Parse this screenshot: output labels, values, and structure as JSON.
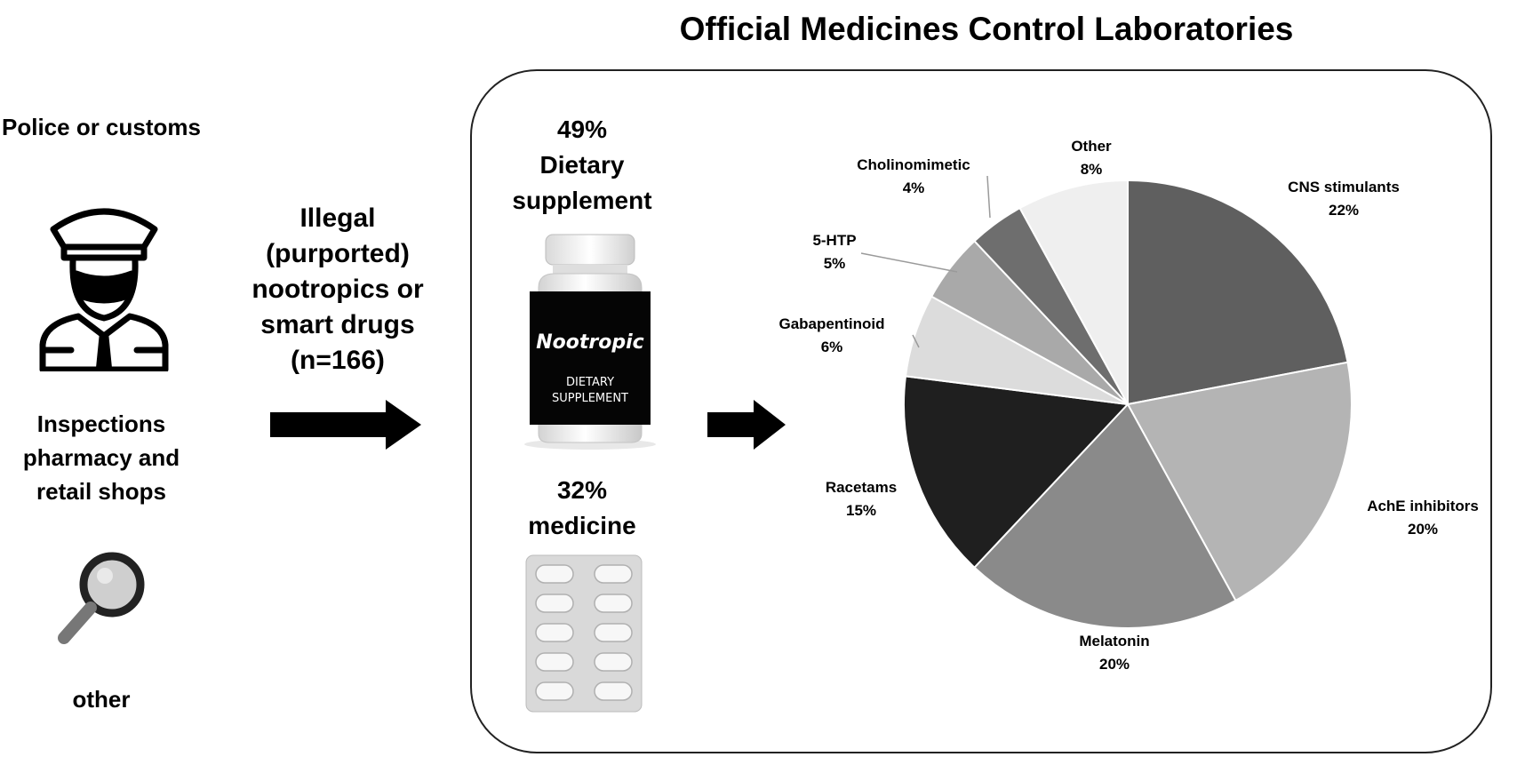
{
  "title": "Official Medicines Control Laboratories",
  "sources": {
    "police": "Police or customs",
    "inspections": "Inspections pharmacy and retail shops",
    "other": "other"
  },
  "flow_label": {
    "line1": "Illegal",
    "line2": "(purported)",
    "line3": "nootropics or",
    "line4": "smart drugs",
    "line5": "(n=166)"
  },
  "categories": {
    "supplement": {
      "percent": "49%",
      "line1": "Dietary",
      "line2": "supplement"
    },
    "medicine": {
      "percent": "32%",
      "line1": "medicine"
    }
  },
  "bottle": {
    "brand": "Nootropic",
    "line1": "DIETARY",
    "line2": "SUPPLEMENT"
  },
  "icons": {
    "police": "police-officer-icon",
    "inspection": "magnifier-icon",
    "bottle": "supplement-bottle-icon",
    "blister": "blister-pack-icon",
    "arrow": "right-arrow-icon"
  },
  "chart_data": {
    "type": "pie",
    "start_angle_deg": 0,
    "direction": "clockwise",
    "slices": [
      {
        "label": "CNS stimulants",
        "percent": "22%",
        "value": 22,
        "color": "#5f5f5f"
      },
      {
        "label": "AchE inhibitors",
        "percent": "20%",
        "value": 20,
        "color": "#b4b4b4"
      },
      {
        "label": "Melatonin",
        "percent": "20%",
        "value": 20,
        "color": "#8a8a8a"
      },
      {
        "label": "Racetams",
        "percent": "15%",
        "value": 15,
        "color": "#1f1f1f"
      },
      {
        "label": "Gabapentinoid",
        "percent": "6%",
        "value": 6,
        "color": "#dcdcdc"
      },
      {
        "label": "5-HTP",
        "percent": "5%",
        "value": 5,
        "color": "#a9a9a9"
      },
      {
        "label": "Cholinomimetic",
        "percent": "4%",
        "value": 4,
        "color": "#6e6e6e"
      },
      {
        "label": "Other",
        "percent": "8%",
        "value": 8,
        "color": "#efefef"
      }
    ]
  }
}
